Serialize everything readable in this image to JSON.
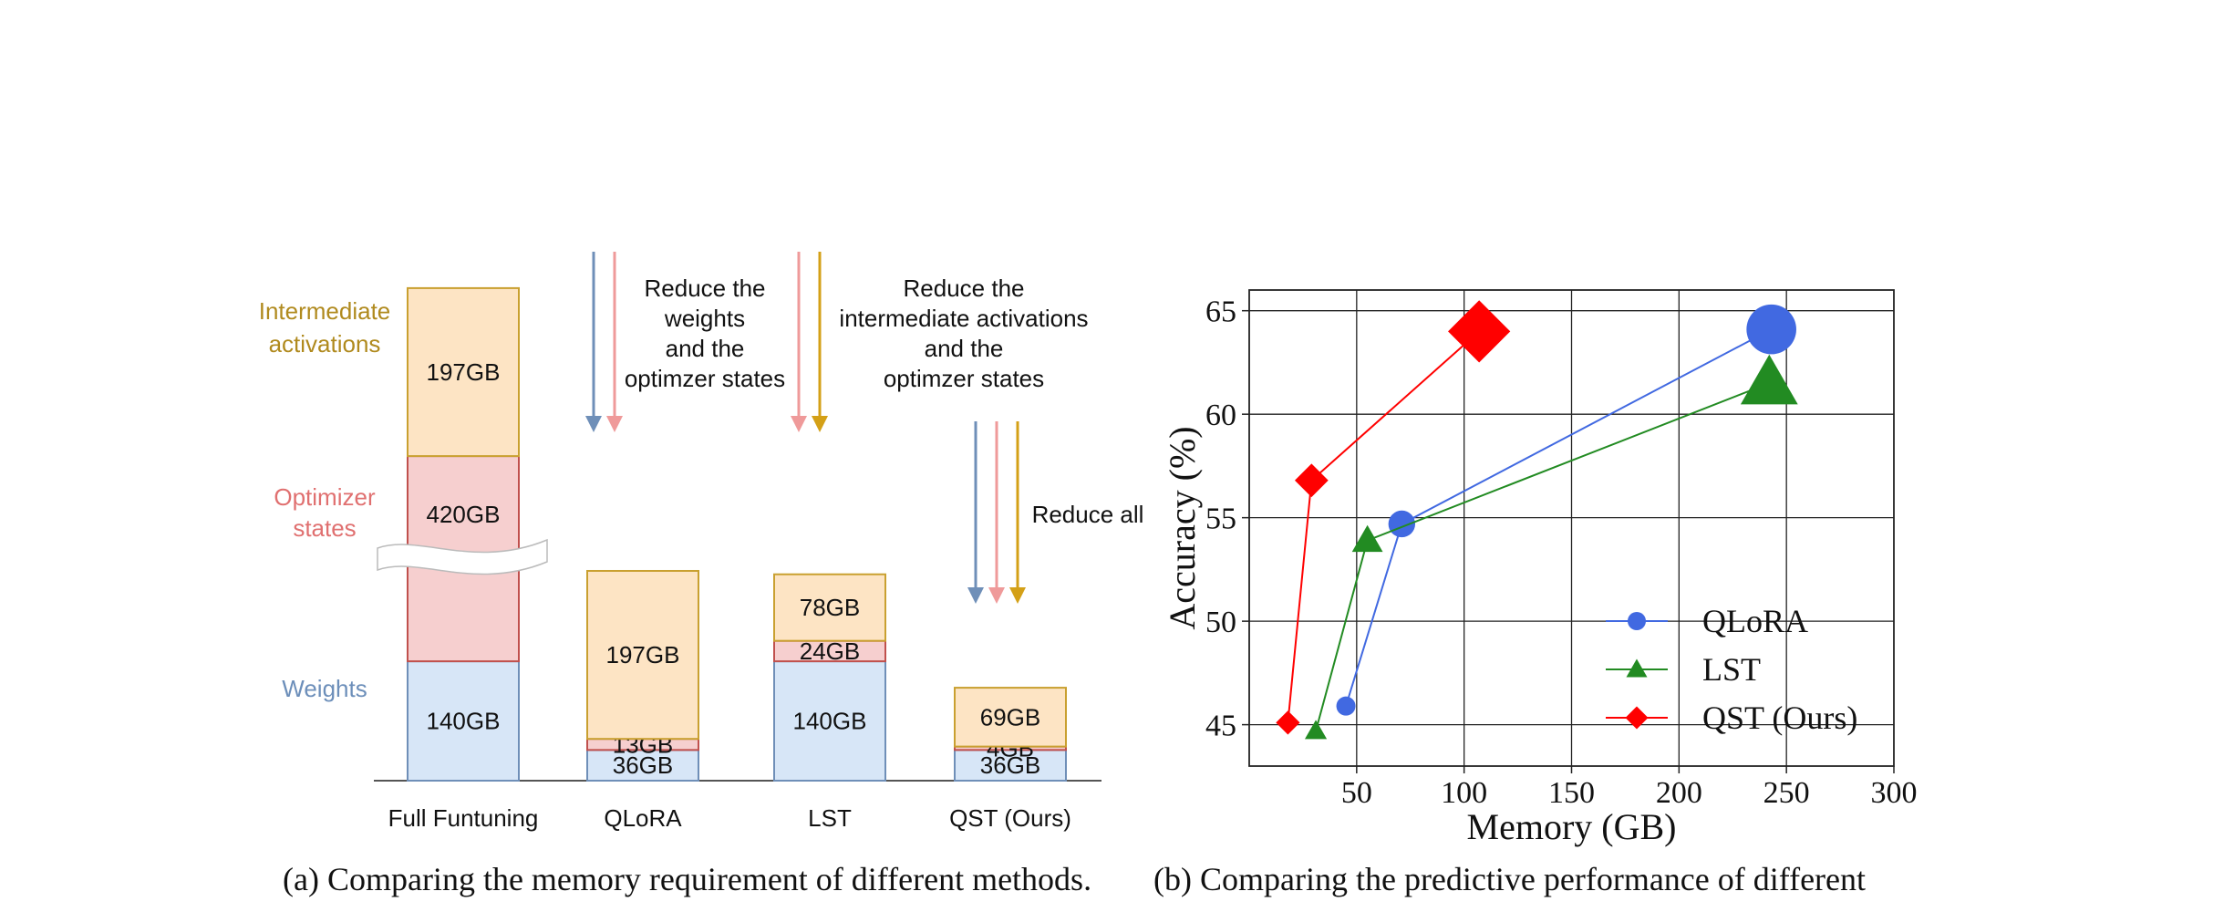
{
  "chart_data": [
    {
      "type": "bar",
      "stacked": true,
      "unit": "GB",
      "categories": [
        "Full Funtuning",
        "QLoRA",
        "LST",
        "QST (Ours)"
      ],
      "series": [
        {
          "name": "Weights",
          "values": [
            140,
            36,
            140,
            36
          ],
          "color": "#d7e6f7",
          "edge": "#6f8fb8"
        },
        {
          "name": "Optimizer states",
          "values": [
            420,
            13,
            24,
            4
          ],
          "color": "#f6cfcf",
          "edge": "#c0504d"
        },
        {
          "name": "Intermediate activations",
          "values": [
            197,
            197,
            78,
            69
          ],
          "color": "#fde4c4",
          "edge": "#c9a030"
        }
      ],
      "value_labels": [
        [
          "140GB",
          "420GB",
          "197GB"
        ],
        [
          "36GB",
          "13GB",
          "197GB"
        ],
        [
          "140GB",
          "24GB",
          "78GB"
        ],
        [
          "36GB",
          "4GB",
          "69GB"
        ]
      ],
      "side_labels": {
        "activations": [
          "Intermediate",
          "activations"
        ],
        "optimizer": [
          "Optimizer",
          "states"
        ],
        "weights": "Weights"
      },
      "annotations": [
        {
          "lines": [
            "Reduce the",
            "weights",
            "and the",
            "optimzer states"
          ]
        },
        {
          "lines": [
            "Reduce the",
            "intermediate activations",
            "and the",
            "optimzer states"
          ]
        },
        {
          "lines": [
            "Reduce all"
          ]
        }
      ],
      "caption": "(a) Comparing the memory requirement of different methods."
    },
    {
      "type": "scatter",
      "xlabel": "Memory (GB)",
      "ylabel": "Accuracy (%)",
      "xlim": [
        0,
        300
      ],
      "ylim": [
        43,
        66
      ],
      "xticks": [
        50,
        100,
        150,
        200,
        250,
        300
      ],
      "yticks": [
        45,
        50,
        55,
        60,
        65
      ],
      "grid": true,
      "legend_position": "lower-right",
      "series": [
        {
          "name": "QLoRA",
          "marker": "circle",
          "color": "#4169e1",
          "points": [
            [
              45,
              45.9
            ],
            [
              71,
              54.7
            ],
            [
              243,
              64.1
            ]
          ],
          "sizes": [
            1,
            1.4,
            2.6
          ]
        },
        {
          "name": "LST",
          "marker": "triangle",
          "color": "#228b22",
          "points": [
            [
              31,
              44.7
            ],
            [
              55,
              53.9
            ],
            [
              242,
              61.5
            ]
          ],
          "sizes": [
            1,
            1.4,
            2.6
          ]
        },
        {
          "name": "QST (Ours)",
          "marker": "diamond",
          "color": "#ff0000",
          "points": [
            [
              18,
              45.1
            ],
            [
              29,
              56.8
            ],
            [
              107,
              64.0
            ]
          ],
          "sizes": [
            1,
            1.4,
            2.6
          ]
        }
      ],
      "caption": "(b) Comparing the predictive performance of different"
    }
  ]
}
